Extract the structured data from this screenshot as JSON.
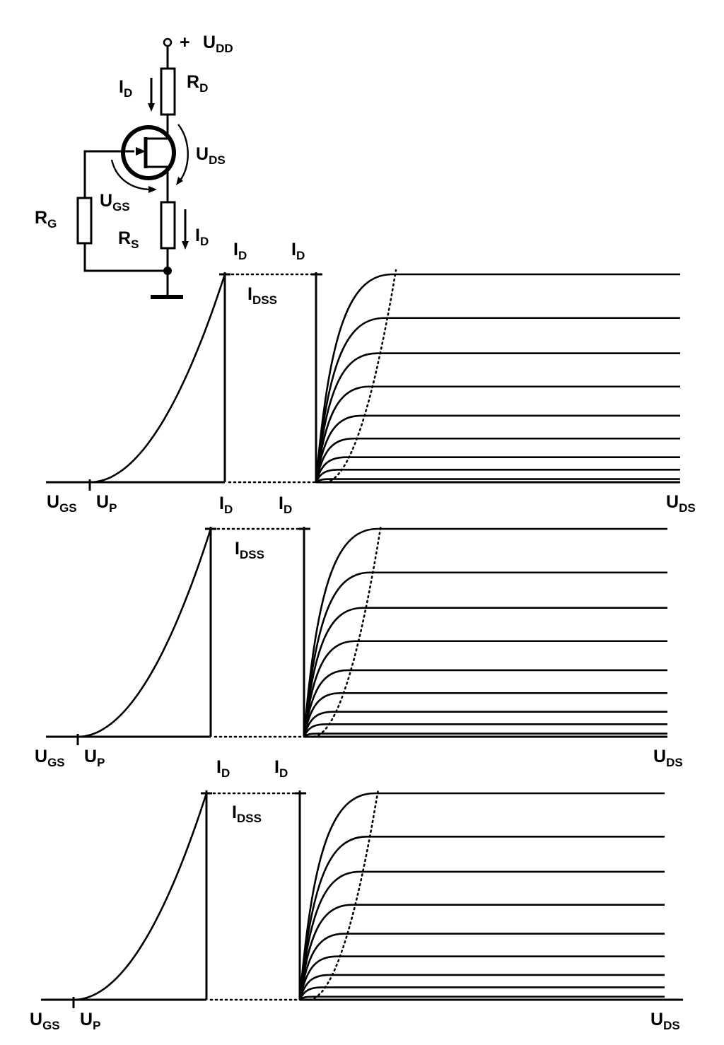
{
  "circuit": {
    "supply_sign": "+",
    "supply": {
      "main": "U",
      "sub": "DD"
    },
    "drain_resistor": {
      "main": "R",
      "sub": "D"
    },
    "drain_current": {
      "main": "I",
      "sub": "D"
    },
    "drain_source_voltage": {
      "main": "U",
      "sub": "DS"
    },
    "gate_resistor": {
      "main": "R",
      "sub": "G"
    },
    "gate_source_voltage": {
      "main": "U",
      "sub": "GS"
    },
    "source_resistor": {
      "main": "R",
      "sub": "S"
    },
    "source_current": {
      "main": "I",
      "sub": "D"
    }
  },
  "labels": {
    "id": {
      "main": "I",
      "sub": "D"
    },
    "idss": {
      "main": "I",
      "sub": "DSS"
    },
    "ugs": {
      "main": "U",
      "sub": "GS"
    },
    "up": {
      "main": "U",
      "sub": "P"
    },
    "uds": {
      "main": "U",
      "sub": "DS"
    }
  },
  "chart_data": [
    {
      "type": "line",
      "panel": 1,
      "transfer_curve": "square-law",
      "output_levels": [
        1.0,
        0.79,
        0.62,
        0.46,
        0.32,
        0.21,
        0.12,
        0.06,
        0.015
      ]
    },
    {
      "type": "line",
      "panel": 2,
      "transfer_curve": "square-law",
      "output_levels": [
        1.0,
        0.79,
        0.62,
        0.46,
        0.32,
        0.21,
        0.12,
        0.06,
        0.015
      ]
    },
    {
      "type": "line",
      "panel": 3,
      "transfer_curve": "square-law",
      "output_levels": [
        1.0,
        0.79,
        0.62,
        0.46,
        0.32,
        0.21,
        0.12,
        0.06,
        0.015
      ]
    }
  ]
}
